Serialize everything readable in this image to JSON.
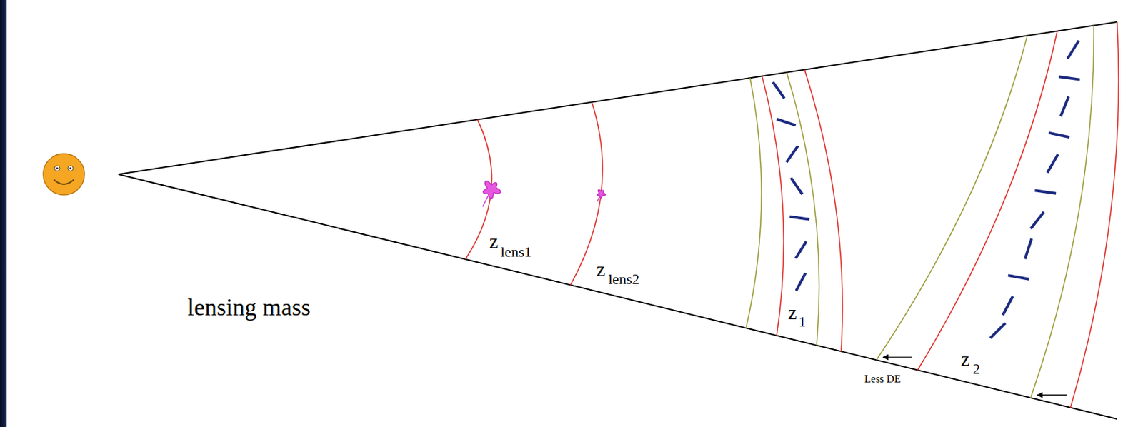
{
  "diagram": {
    "labels": [
      "lensing mass",
      "z",
      "lens1",
      "z",
      "lens2",
      "z",
      "1",
      "Less DE",
      "z",
      "2"
    ]
  }
}
